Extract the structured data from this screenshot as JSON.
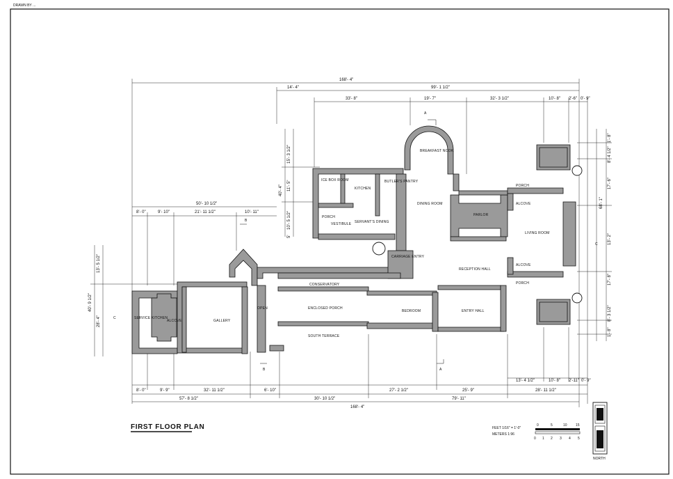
{
  "sheet": {
    "title": "FIRST FLOOR PLAN",
    "corner_note": "DRAWN BY ...",
    "scale_feet": "FEET 1/16\" = 1'-0\"",
    "scale_meters": "METERS 1:96",
    "scale_ticks_feet": [
      "0",
      "5",
      "10",
      "15"
    ],
    "scale_ticks_meters": [
      "0",
      "1",
      "2",
      "3",
      "4",
      "5"
    ],
    "north_label": "NORTH",
    "section_markers": [
      "A",
      "A",
      "B",
      "B",
      "C",
      "C"
    ]
  },
  "rooms": {
    "breakfast_nook": "BREAKFAST NOOK",
    "ice_box_room": "ICE BOX ROOM",
    "kitchen": "KITCHEN",
    "butlers_pantry": "BUTLER'S PANTRY",
    "porch_west": "PORCH",
    "vestibule": "VESTIBULE",
    "servants_dining": "SERVANT'S DINING",
    "dining_room": "DINING ROOM",
    "parlor": "PARLOR",
    "porch_north": "PORCH",
    "alcove_north": "ALCOVE",
    "living_room": "LIVING ROOM",
    "alcove_south": "ALCOVE",
    "porch_south": "PORCH",
    "carriage_entry": "CARRIAGE ENTRY",
    "reception_hall": "RECEPTION HALL",
    "conservatory": "CONSERVATORY",
    "enclosed_porch": "ENCLOSED PORCH",
    "open": "OPEN",
    "bedroom": "BEDROOM",
    "entry_hall": "ENTRY HALL",
    "south_terrace": "SOUTH TERRACE",
    "gallery": "GALLERY",
    "alcove_west": "ALCOVE",
    "service_kitchen": "SERVICE KITCHEN"
  },
  "dimensions": {
    "overall_top": "168'- 4\"",
    "top_left": "14'- 4\"",
    "top_right": "99'- 1 1/2\"",
    "row2_a": "33'- 8\"",
    "row2_b": "19'- 7\"",
    "row2_c": "32'- 3 1/2\"",
    "row2_d": "10'- 8\"",
    "row2_e": "2'-6\"",
    "row2_f": "0'- 9\"",
    "west_overall": "50'- 10 1/2\"",
    "west_a": "8'- 0\"",
    "west_b": "9'- 10\"",
    "west_c": "21'- 11 1/2\"",
    "west_d": "10'- 11\"",
    "left_v1": "15'- 3 1/2\"",
    "left_v2": "40'- 4\"",
    "left_v3": "11'- 5\"",
    "left_v4": "10'- 5 1/2\"",
    "left_v5": "5'",
    "far_left_v1": "13'- 5 1/2\"",
    "far_left_v2": "40'- 9 1/2\"",
    "far_left_v3": "28'- 4\"",
    "right_v1": "1'- 8\"",
    "right_v2": "8'- 4 1/2\"",
    "right_v3": "17'- 6\"",
    "right_v4": "68'- 1\"",
    "right_v5": "13'- 2\"",
    "right_v6": "17'- 8\"",
    "right_v7": "8'- 3 1/2\"",
    "right_v8": "1'- 8\"",
    "bot_row1_a": "8'- 0\"",
    "bot_row1_b": "9'- 9\"",
    "bot_row1_c": "32'- 11 1/2\"",
    "bot_row1_d": "6'- 10\"",
    "bot_row1_e": "27'- 2 1/2\"",
    "bot_row1_f": "25'- 9\"",
    "bot_row1_g": "28'- 11 1/2\"",
    "bot_row2_a": "57'- 8 1/2\"",
    "bot_row2_b": "30'- 10 1/2\"",
    "bot_row2_c": "79'- 11\"",
    "bot_overall": "168'- 4\"",
    "bot_right_a": "13'- 4 1/2\"",
    "bot_right_b": "10'- 8\"",
    "bot_right_c": "2'-11\"",
    "bot_right_d": "0'- 9\""
  }
}
